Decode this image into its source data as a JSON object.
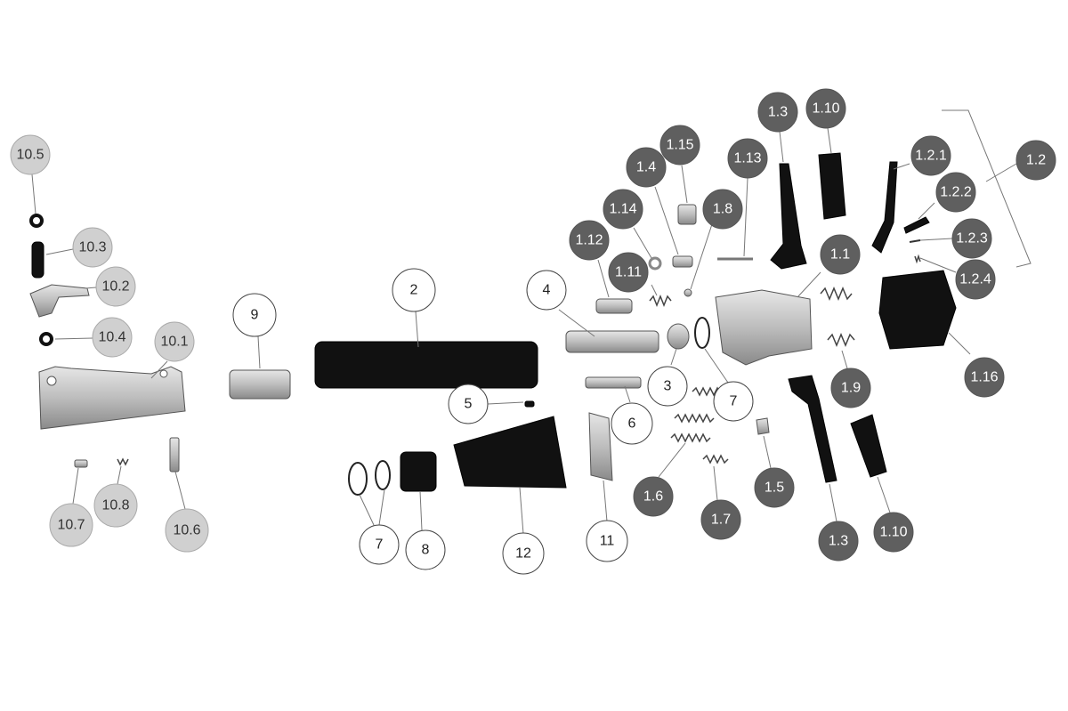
{
  "callouts": [
    {
      "id": "10.5",
      "label": "10.5",
      "style": "light"
    },
    {
      "id": "10.3",
      "label": "10.3",
      "style": "light"
    },
    {
      "id": "10.2",
      "label": "10.2",
      "style": "light"
    },
    {
      "id": "10.4",
      "label": "10.4",
      "style": "light"
    },
    {
      "id": "10.1",
      "label": "10.1",
      "style": "light"
    },
    {
      "id": "10.7",
      "label": "10.7",
      "style": "light"
    },
    {
      "id": "10.8",
      "label": "10.8",
      "style": "light"
    },
    {
      "id": "10.6",
      "label": "10.6",
      "style": "light"
    },
    {
      "id": "9",
      "label": "9",
      "style": "white"
    },
    {
      "id": "2",
      "label": "2",
      "style": "white"
    },
    {
      "id": "5",
      "label": "5",
      "style": "white"
    },
    {
      "id": "7a",
      "label": "7",
      "style": "white"
    },
    {
      "id": "8",
      "label": "8",
      "style": "white"
    },
    {
      "id": "12",
      "label": "12",
      "style": "white"
    },
    {
      "id": "4",
      "label": "4",
      "style": "white"
    },
    {
      "id": "3",
      "label": "3",
      "style": "white"
    },
    {
      "id": "7b",
      "label": "7",
      "style": "white"
    },
    {
      "id": "6",
      "label": "6",
      "style": "white"
    },
    {
      "id": "11",
      "label": "11",
      "style": "white"
    },
    {
      "id": "1.12",
      "label": "1.12",
      "style": "dark"
    },
    {
      "id": "1.14",
      "label": "1.14",
      "style": "dark"
    },
    {
      "id": "1.4",
      "label": "1.4",
      "style": "dark"
    },
    {
      "id": "1.15",
      "label": "1.15",
      "style": "dark"
    },
    {
      "id": "1.11",
      "label": "1.11",
      "style": "dark"
    },
    {
      "id": "1.8",
      "label": "1.8",
      "style": "dark"
    },
    {
      "id": "1.13",
      "label": "1.13",
      "style": "dark"
    },
    {
      "id": "1.3a",
      "label": "1.3",
      "style": "dark"
    },
    {
      "id": "1.10a",
      "label": "1.10",
      "style": "dark"
    },
    {
      "id": "1.1",
      "label": "1.1",
      "style": "dark"
    },
    {
      "id": "1.2.1",
      "label": "1.2.1",
      "style": "dark"
    },
    {
      "id": "1.2.2",
      "label": "1.2.2",
      "style": "dark"
    },
    {
      "id": "1.2",
      "label": "1.2",
      "style": "dark"
    },
    {
      "id": "1.2.3",
      "label": "1.2.3",
      "style": "dark"
    },
    {
      "id": "1.2.4",
      "label": "1.2.4",
      "style": "dark"
    },
    {
      "id": "1.16",
      "label": "1.16",
      "style": "dark"
    },
    {
      "id": "1.9",
      "label": "1.9",
      "style": "dark"
    },
    {
      "id": "1.6",
      "label": "1.6",
      "style": "dark"
    },
    {
      "id": "1.7",
      "label": "1.7",
      "style": "dark"
    },
    {
      "id": "1.5",
      "label": "1.5",
      "style": "dark"
    },
    {
      "id": "1.3b",
      "label": "1.3",
      "style": "dark"
    },
    {
      "id": "1.10b",
      "label": "1.10",
      "style": "dark"
    }
  ],
  "colors": {
    "light_callout": "#d0d0d0",
    "dark_callout": "#5f5f5f",
    "white_callout": "#ffffff",
    "part_black": "#111111",
    "part_metal": "#c8c8c8"
  }
}
